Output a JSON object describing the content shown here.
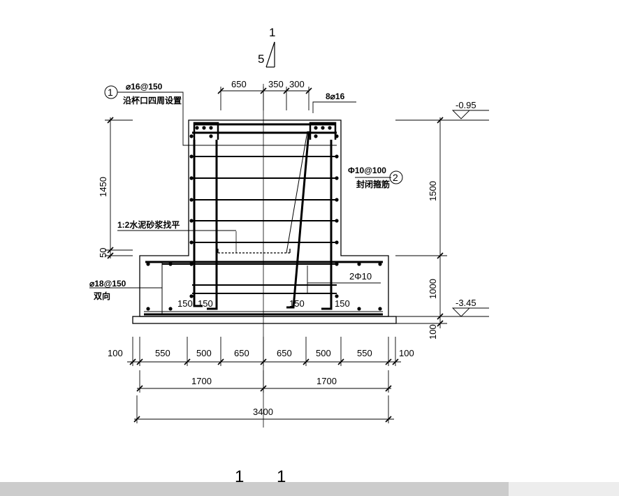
{
  "section": {
    "marker_number": "1",
    "marker_sheet": "5",
    "title_left": "1",
    "title_right": "1"
  },
  "labels": {
    "rebar_cup_text": "⌀16@150",
    "rebar_cup_note": "沿杯口四周设置",
    "rebar_cup_ref": "1",
    "rebar_top": "8⌀16",
    "stirrup_text": "Φ10@100",
    "stirrup_note": "封闭箍筋",
    "stirrup_ref": "2",
    "mortar_note": "1:2水泥砂浆找平",
    "base_rebar": "⌀18@150",
    "base_rebar_note": "双向",
    "bars_2": "2Φ10",
    "cover_150_a": "150",
    "cover_150_b": "150",
    "cover_150_c": "150",
    "cover_150_d": "150"
  },
  "elevations": {
    "top": "-0.95",
    "bottom": "-3.45"
  },
  "dims_vertical": {
    "left_1450": "1450",
    "left_50": "50",
    "right_1500": "1500",
    "right_1000": "1000",
    "right_100": "100"
  },
  "dims_top": {
    "d650": "650",
    "d350": "350",
    "d300": "300"
  },
  "dims_row1": [
    "100",
    "550",
    "500",
    "650",
    "650",
    "500",
    "550",
    "100"
  ],
  "dims_row2": [
    "1700",
    "1700"
  ],
  "dims_total": "3400"
}
